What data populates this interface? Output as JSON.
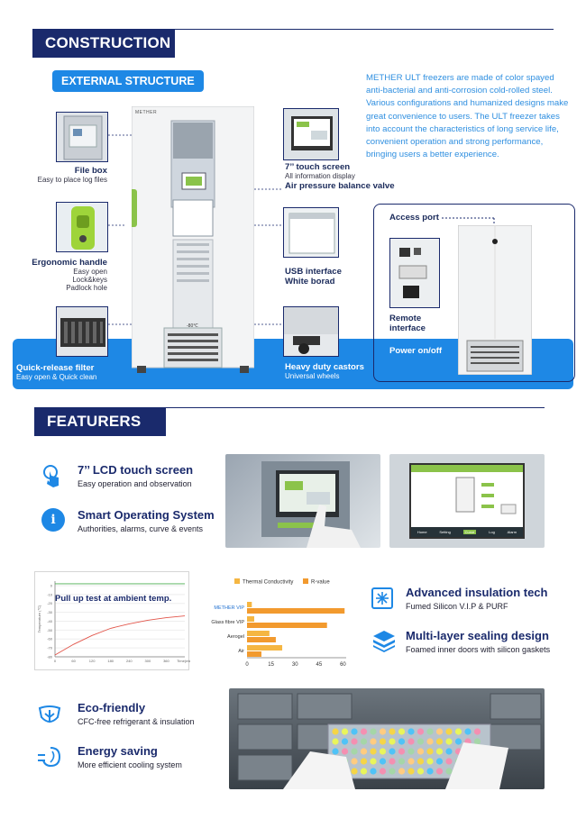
{
  "construction": {
    "title": "CONSTRUCTION",
    "external_structure": "EXTERNAL STRUCTURE",
    "intro": "METHER ULT freezers are made of color spayed anti-bacterial and anti-corrosion cold-rolled steel. Various configurations and humanized designs make great convenience to users. The ULT freezer takes into account the characteristics of long service life, convenient operation and strong performance, bringing users a better experience."
  },
  "left_labels": {
    "file_box": {
      "title": "File box",
      "sub": "Easy to place log files"
    },
    "handle": {
      "title": "Ergonomic handle",
      "sub1": "Easy open",
      "sub2": "Lock&keys",
      "sub3": "Padlock hole"
    },
    "filter": {
      "title": "Quick-release filter",
      "sub": "Easy open & Quick clean"
    }
  },
  "right_labels": {
    "touch": {
      "title": "7’’ touch screen",
      "sub": "All information display",
      "extra": "Air pressure balance valve"
    },
    "usb": {
      "title1": "USB interface",
      "title2": "White borad"
    },
    "castors": {
      "title": "Heavy duty castors",
      "sub": "Universal wheels"
    }
  },
  "back_panel": {
    "access": "Access port",
    "remote1": "Remote",
    "remote2": "interface",
    "power": "Power on/off"
  },
  "freezer": {
    "brand": "METHER",
    "badge": "-80℃"
  },
  "features": {
    "title": "FEATURERS",
    "lcd": {
      "title": "7’’ LCD touch screen",
      "sub": "Easy operation and observation"
    },
    "os": {
      "title": "Smart Operating System",
      "sub": "Authorities, alarms, curve & events"
    },
    "insulation": {
      "title": "Advanced insulation tech",
      "sub": "Fumed Silicon V.I.P & PURF"
    },
    "sealing": {
      "title": "Multi-layer sealing design",
      "sub": "Foamed inner doors with silicon gaskets"
    },
    "eco": {
      "title": "Eco-friendly",
      "sub": "CFC-free refrigerant & insulation"
    },
    "energy": {
      "title": "Energy saving",
      "sub": "More efficient cooling system"
    }
  },
  "screen_ui": {
    "bottom": [
      "Home",
      "Setting",
      "Curve",
      "Log",
      "Alarm"
    ]
  },
  "chart_data": [
    {
      "type": "line",
      "title": "Pull up test at ambient temp.",
      "ylabel": "Temperature (℃)",
      "xlabel": "Time(min)",
      "x": [
        0,
        60,
        120,
        180,
        240,
        300,
        360,
        420
      ],
      "xticks": [
        "0",
        "60",
        "120",
        "180",
        "240",
        "300",
        "360",
        "Time(min)"
      ],
      "yticks": [
        0,
        -10,
        -20,
        -30,
        -40,
        -50,
        -60,
        -70,
        -80
      ],
      "ylim": [
        -80,
        5
      ],
      "series": [
        {
          "values": [
            -78,
            -66,
            -56,
            -48,
            -43,
            -39,
            -36,
            -34
          ]
        },
        {
          "values": [
            2,
            2,
            2,
            2,
            2,
            2,
            2,
            2
          ]
        }
      ],
      "colors": [
        "#e2554a",
        "#4caf50"
      ]
    },
    {
      "type": "bar",
      "orientation": "horizontal",
      "categories": [
        "METHER VIP",
        "Glass fibre VIP",
        "Aerogel",
        "Air"
      ],
      "series": [
        {
          "name": "Thermal Conductivity",
          "values": [
            3,
            4.5,
            14,
            22
          ]
        },
        {
          "name": "R-value",
          "values": [
            61,
            50,
            18,
            9
          ]
        }
      ],
      "xticks": [
        "0",
        "15",
        "30",
        "45",
        "60"
      ],
      "xlim": [
        0,
        62
      ],
      "colors": [
        "#f5b642",
        "#f29a2e"
      ]
    }
  ]
}
